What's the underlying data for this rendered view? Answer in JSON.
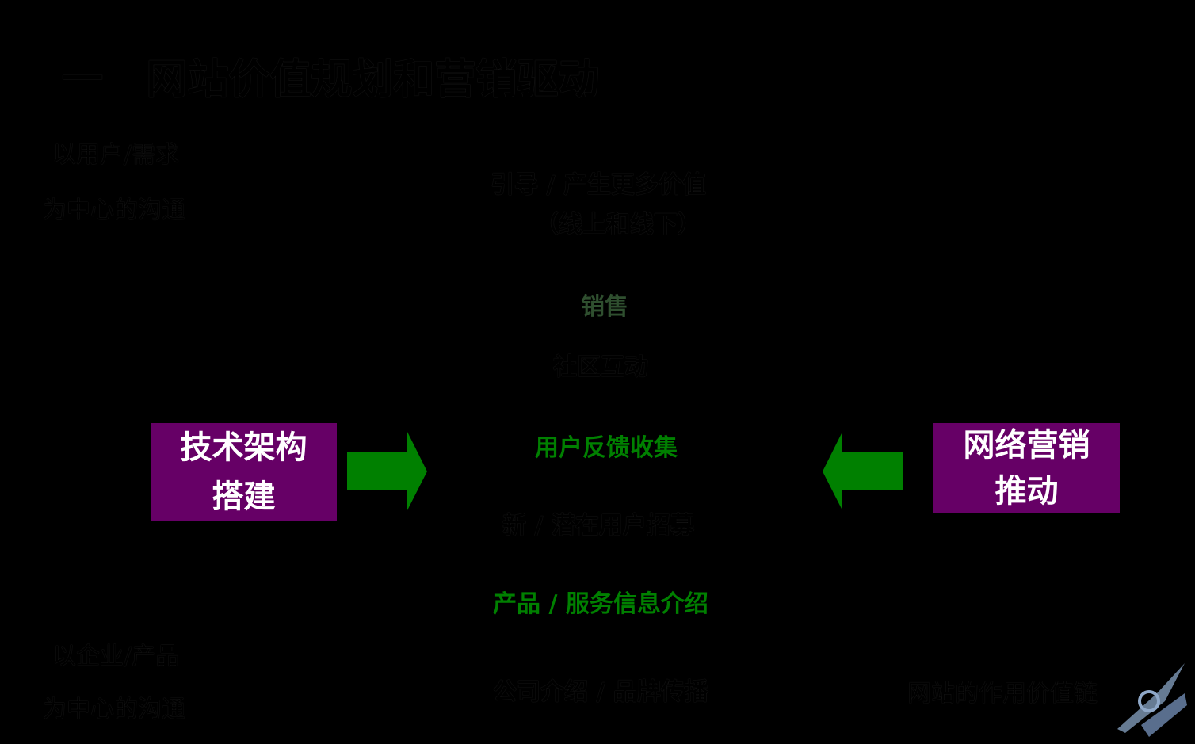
{
  "title": {
    "bullet": "一",
    "text": "网站价值规划和营销驱动"
  },
  "left_labels": {
    "user_centric_1": "以用户/需求",
    "user_centric_2": "为中心的沟通",
    "enterprise_centric_1": "以企业/产品",
    "enterprise_centric_2": "为中心的沟通"
  },
  "center": {
    "guide_1": "引导 / 产生更多价值",
    "guide_2": "（线上和线下）",
    "sales": "销售",
    "community": "社区互动",
    "feedback": "用户反馈收集",
    "recruit": "新 / 潜在用户招募",
    "product_info": "产品 / 服务信息介绍",
    "company_intro": "公司介绍 / 品牌传播"
  },
  "boxes": {
    "tech_1": "技术架构",
    "tech_2": "搭建",
    "marketing_1": "网络营销",
    "marketing_2": "推动"
  },
  "footer_label": "网站的作用价值链",
  "colors": {
    "box": "#660066",
    "arrow": "#008000",
    "background": "#000000"
  }
}
